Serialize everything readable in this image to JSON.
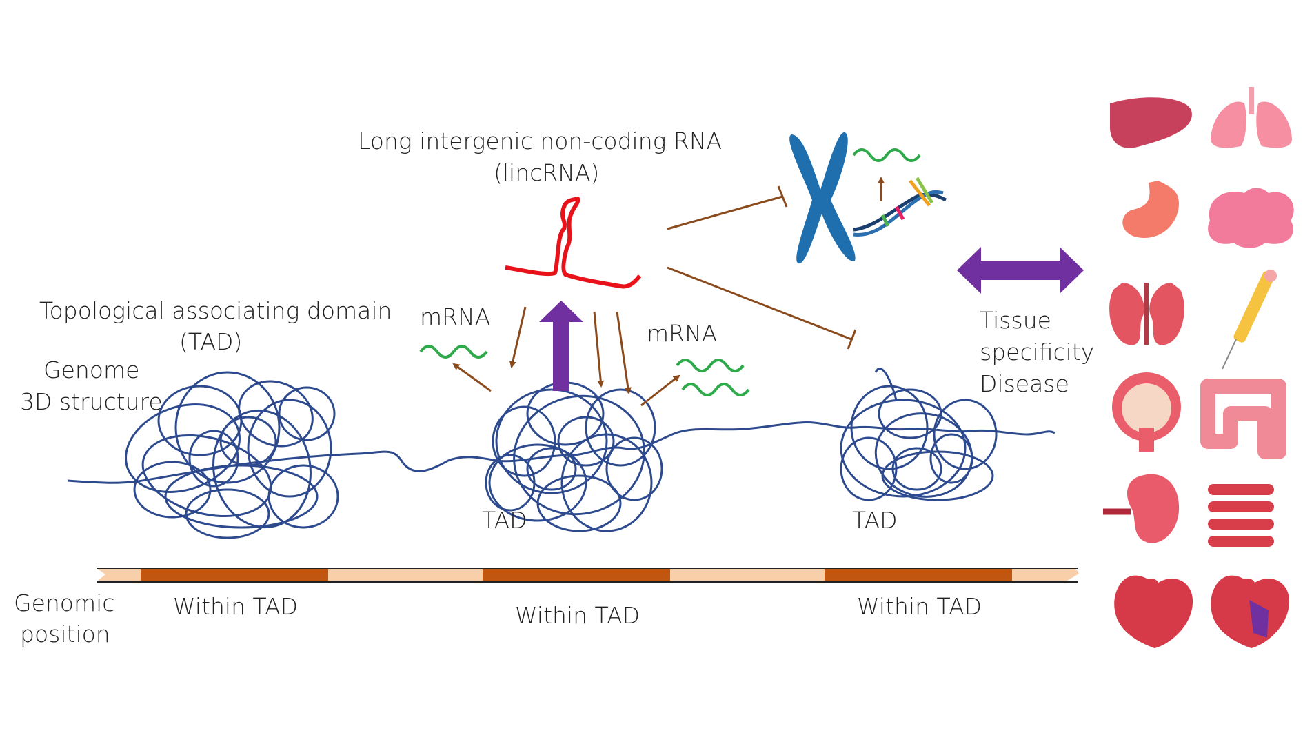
{
  "labels": {
    "lincrna_line1": "Long intergenic non-coding RNA",
    "lincrna_line2": "(lincRNA)",
    "tad_line1": "Topological associating domain",
    "tad_line2": "(TAD)",
    "genome_line1": "Genome",
    "genome_line2": "3D structure",
    "mrna_left": "mRNA",
    "mrna_right": "mRNA",
    "tad_middle": "TAD",
    "tad_right": "TAD",
    "tissue_line1": "Tissue",
    "tissue_line2": "specificity",
    "tissue_line3": "Disease",
    "genomic_line1": "Genomic",
    "genomic_line2": "position",
    "within_1": "Within TAD",
    "within_2": "Within TAD",
    "within_3": "Within TAD"
  },
  "icons": [
    "liver-icon",
    "lungs-icon",
    "stomach-icon",
    "brain-icon",
    "kidneys-icon",
    "blood-vessel-icon",
    "bladder-icon",
    "colon-icon",
    "spleen-icon",
    "small-intestine-icon",
    "heart-icon",
    "heart-disease-icon"
  ],
  "colors": {
    "chromatin": "#2e4a8f",
    "lincrna": "#e8131a",
    "mrna": "#2eaa4a",
    "arrow_brown": "#8a4a1c",
    "arrow_purple": "#7030a0",
    "tad_bar": "#c0560f",
    "linker_bar": "#f8cfa8",
    "chromosome": "#1f6fae"
  }
}
